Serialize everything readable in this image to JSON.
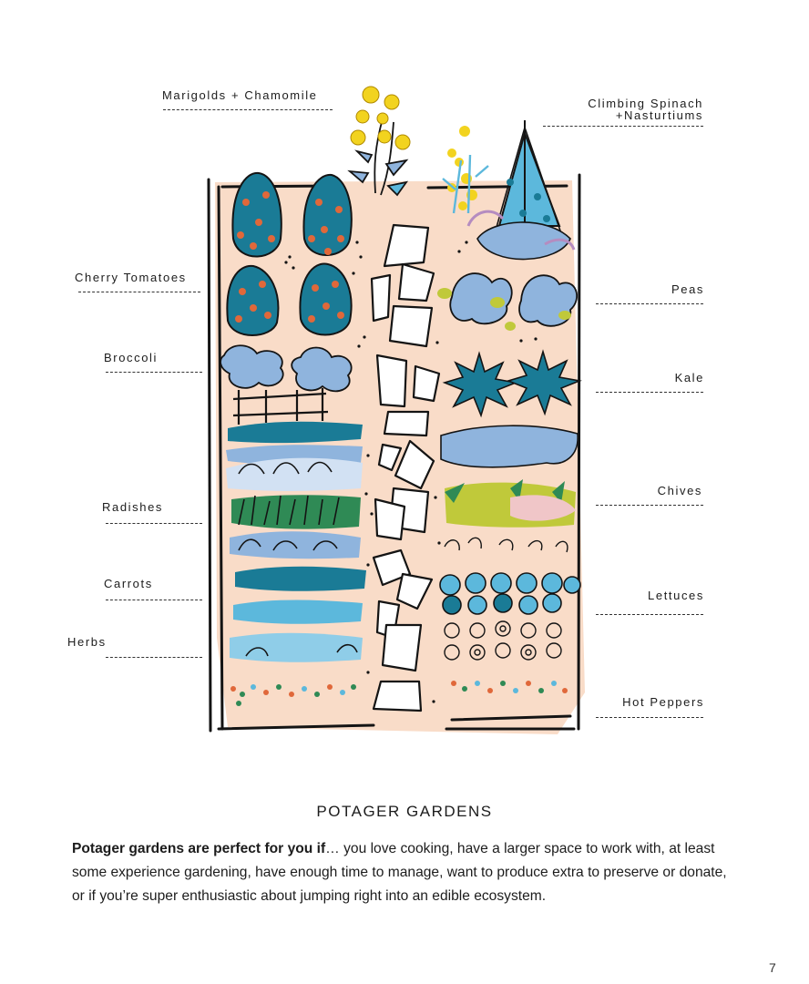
{
  "labels": {
    "marigolds": "Marigolds + Chamomile",
    "climbing_line1": "Climbing Spinach",
    "climbing_line2": "+Nasturtiums",
    "cherry_tomatoes": "Cherry Tomatoes",
    "peas": "Peas",
    "broccoli": "Broccoli",
    "kale": "Kale",
    "chives": "Chives",
    "radishes": "Radishes",
    "carrots": "Carrots",
    "lettuces": "Lettuces",
    "herbs": "Herbs",
    "hot_peppers": "Hot Peppers"
  },
  "section_title": "POTAGER GARDENS",
  "body": {
    "lead": "Potager gardens are perfect for you if",
    "rest": "… you love cooking, have a larger space to work with, at least some experience gardening, have enough time to manage, want to produce extra to preserve or donate, or if you’re super enthusiastic about jumping right into an edible ecosystem."
  },
  "page_number": "7",
  "colors": {
    "soil": "#f9dcc8",
    "teal": "#1a7b96",
    "tomato": "#e0683a",
    "light_blue": "#8fb4dd",
    "sky": "#5cb8dc",
    "yellow": "#f2d31f",
    "lime": "#c0c93a",
    "green": "#2f8a55",
    "ink": "#141414"
  }
}
